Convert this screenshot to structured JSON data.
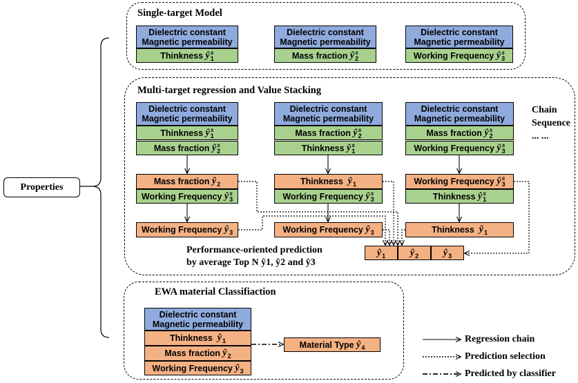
{
  "properties": "Properties",
  "common": {
    "dielectric": "Dielectric constant",
    "magnetic": "Magnetic permeability"
  },
  "single": {
    "title": "Single-target Model",
    "targets": [
      {
        "label": "Thinkness ",
        "var": "ŷ",
        "sub": "1",
        "sup": "s"
      },
      {
        "label": "Mass fraction ",
        "var": "ŷ",
        "sub": "2",
        "sup": "s"
      },
      {
        "label": "Working Frequency ",
        "var": "ŷ",
        "sub": "3",
        "sup": "s"
      }
    ]
  },
  "multi": {
    "title": "Multi-target regression and Value Stacking",
    "chain_label_1": "Chain",
    "chain_label_2": "Sequence",
    "chain_label_3": "... ...",
    "col1": {
      "g1": {
        "label": "Thinkness ",
        "var": "ŷ",
        "sub": "1",
        "sup": "s"
      },
      "g2": {
        "label": "Mass fraction ",
        "var": "ŷ",
        "sub": "2",
        "sup": "s"
      },
      "o1": {
        "label": "Mass fraction ",
        "var": "ŷ",
        "sub": "2"
      },
      "g3": {
        "label": "Working Frequency ",
        "var": "ŷ",
        "sub": "3",
        "sup": "s"
      },
      "o2": {
        "label": "Working Frequency ",
        "var": "ŷ",
        "sub": "3"
      }
    },
    "col2": {
      "g1": {
        "label": "Mass fraction ",
        "var": "ŷ",
        "sub": "2",
        "sup": "s"
      },
      "g2": {
        "label": "Thinkness ",
        "var": "ŷ",
        "sub": "1",
        "sup": "s"
      },
      "o1": {
        "label": "Thinkness  ",
        "var": "ŷ",
        "sub": "1"
      },
      "g3": {
        "label": "Working Frequency ",
        "var": "ŷ",
        "sub": "3",
        "sup": "s"
      },
      "o2": {
        "label": "Working Frequency ",
        "var": "ŷ",
        "sub": "3"
      }
    },
    "col3": {
      "g1": {
        "label": "Mass fraction ",
        "var": "ŷ",
        "sub": "2",
        "sup": "s"
      },
      "g2": {
        "label": "Working Frequency ",
        "var": "ŷ",
        "sub": "3",
        "sup": "s"
      },
      "o1": {
        "label": "Working Frequency ",
        "var": "ŷ",
        "sub": "3",
        "sup": "s"
      },
      "g3": {
        "label": "Thinkness ",
        "var": "ŷ",
        "sub": "1",
        "sup": "s"
      },
      "o2": {
        "label": "Thinkness  ",
        "var": "ŷ",
        "sub": "1"
      }
    },
    "stack": [
      {
        "var": "ŷ",
        "sub": "1"
      },
      {
        "var": "ŷ",
        "sub": "2"
      },
      {
        "var": "ŷ",
        "sub": "3"
      }
    ],
    "perf_line1": "Performance-oriented prediction",
    "perf_line2": "by average Top N ŷ1, ŷ2 and ŷ3"
  },
  "ewa": {
    "title": "EWA material Classifiaction",
    "rows": [
      {
        "label": "Thinkness  ",
        "var": "ŷ",
        "sub": "1"
      },
      {
        "label": "Mass fraction ",
        "var": "ŷ",
        "sub": "2"
      },
      {
        "label": "Working Frequency ",
        "var": "ŷ",
        "sub": "3"
      }
    ],
    "output": {
      "label": "Material Type ",
      "var": "ŷ",
      "sub": "4"
    }
  },
  "legend": {
    "solid": "Regression chain",
    "dotted": "Prediction selection",
    "dashdot": "Predicted by classifier"
  }
}
